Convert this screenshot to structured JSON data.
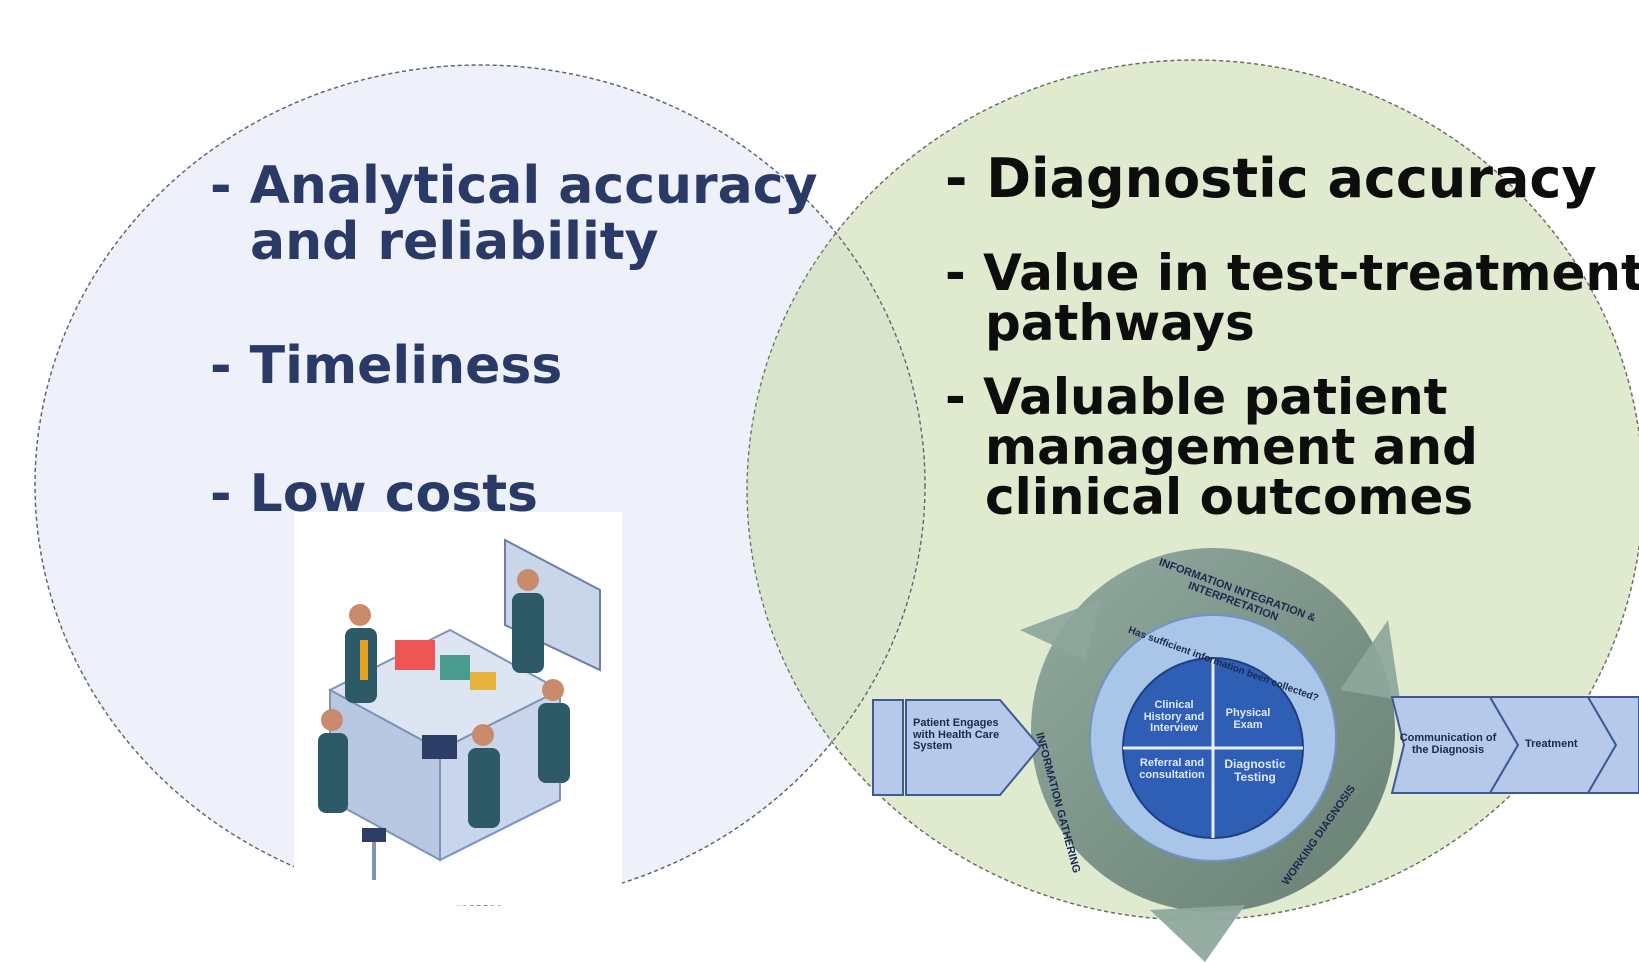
{
  "left_circle": {
    "items": [
      {
        "lines": [
          "- Analytical accuracy",
          "and reliability"
        ]
      },
      {
        "lines": [
          "- Timeliness"
        ]
      },
      {
        "lines": [
          "- Low costs"
        ]
      }
    ]
  },
  "right_circle": {
    "items": [
      {
        "lines": [
          "- Diagnostic accuracy"
        ]
      },
      {
        "lines": [
          "- Value in test-treatment",
          "pathways"
        ]
      },
      {
        "lines": [
          "- Valuable patient",
          "management and",
          "clinical outcomes"
        ]
      }
    ]
  },
  "process_diagram": {
    "arc_top": "INFORMATION INTEGRATION & INTERPRETATION",
    "arc_left": "INFORMATION GATHERING",
    "arc_bottom": "WORKING DIAGNOSIS",
    "inner_ring": "Has sufficient information been collected?",
    "quadrants": {
      "top_left": "Clinical History and Interview",
      "top_right": "Physical Exam",
      "bottom_left": "Referral and consultation",
      "bottom_right": "Diagnostic Testing"
    },
    "entry_arrow": "Patient Engages with Health Care System",
    "exit_arrow_1": "Communication of the Diagnosis",
    "exit_arrow_2": "Treatment"
  },
  "colors": {
    "left_circle_fill": "#eef1fb",
    "right_circle_fill": "#dde9cc",
    "left_text": "#2a3a66",
    "right_text": "#0d0d0d",
    "quadrant_fill": "#2f5fb5",
    "ring_fill": "#6f8a80"
  },
  "illustration": "laboratory-team-icon"
}
